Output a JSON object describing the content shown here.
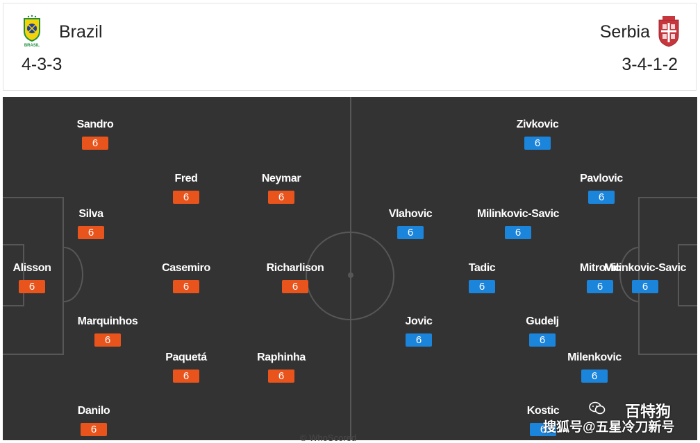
{
  "home": {
    "name": "Brazil",
    "formation": "4-3-3",
    "crest_text": "BRASIL",
    "color": "#e8541c",
    "players": [
      {
        "name": "Sandro",
        "rating": "6"
      },
      {
        "name": "Silva",
        "rating": "6"
      },
      {
        "name": "Alisson",
        "rating": "6"
      },
      {
        "name": "Marquinhos",
        "rating": "6"
      },
      {
        "name": "Danilo",
        "rating": "6"
      },
      {
        "name": "Fred",
        "rating": "6"
      },
      {
        "name": "Casemiro",
        "rating": "6"
      },
      {
        "name": "Paquetá",
        "rating": "6"
      },
      {
        "name": "Neymar",
        "rating": "6"
      },
      {
        "name": "Richarlison",
        "rating": "6"
      },
      {
        "name": "Raphinha",
        "rating": "6"
      }
    ]
  },
  "away": {
    "name": "Serbia",
    "formation": "3-4-1-2",
    "color": "#1b84db",
    "players": [
      {
        "name": "Zivkovic",
        "rating": "6"
      },
      {
        "name": "Pavlovic",
        "rating": "6"
      },
      {
        "name": "Vlahovic",
        "rating": "6"
      },
      {
        "name": "Milinkovic-Savic",
        "rating": "6"
      },
      {
        "name": "Tadic",
        "rating": "6"
      },
      {
        "name": "Mitrovic",
        "rating": "6"
      },
      {
        "name": "Milinkovic-Savic",
        "rating": "6"
      },
      {
        "name": "Jovic",
        "rating": "6"
      },
      {
        "name": "Gudelj",
        "rating": "6"
      },
      {
        "name": "Milenkovic",
        "rating": "6"
      },
      {
        "name": "Kostic",
        "rating": "6"
      }
    ]
  },
  "watermark": {
    "line1": "百特狗",
    "line2": "搜狐号@五星冷刀新号"
  },
  "credit": "© WhoScored"
}
